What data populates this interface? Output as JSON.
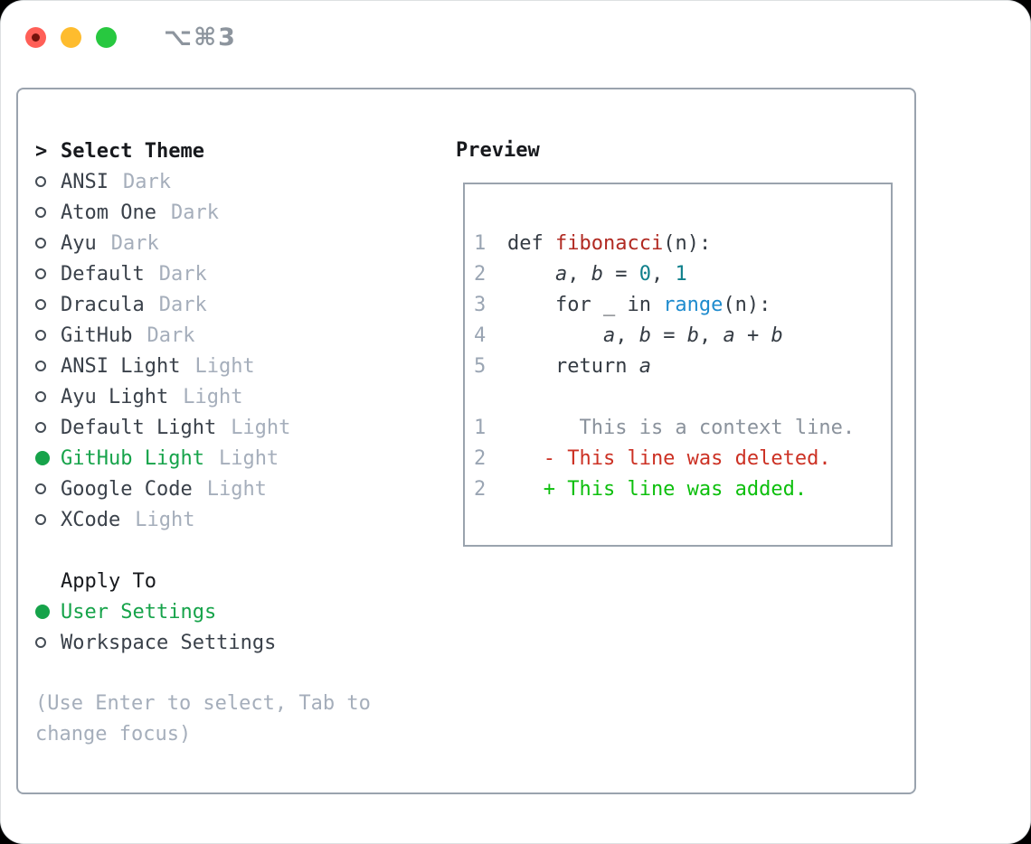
{
  "titlebar": {
    "shortcut": "⌥⌘3"
  },
  "colors": {
    "selected_green": "#16a34a",
    "added_green": "#0dbf0d",
    "deleted_red": "#cc3124",
    "function_red": "#b12a22",
    "number_teal": "#0e7f8b",
    "builtin_blue": "#1e8bce",
    "traffic_red": "#ff5f57",
    "traffic_yellow": "#febc2e",
    "traffic_green": "#28c840",
    "border_gray": "#9aa3ae",
    "muted_gray": "#a5aebb"
  },
  "theme_picker": {
    "prompt": ">",
    "header": "Select Theme",
    "items": [
      {
        "label": "ANSI",
        "variant": "Dark",
        "selected": false
      },
      {
        "label": "Atom One",
        "variant": "Dark",
        "selected": false
      },
      {
        "label": "Ayu",
        "variant": "Dark",
        "selected": false
      },
      {
        "label": "Default",
        "variant": "Dark",
        "selected": false
      },
      {
        "label": "Dracula",
        "variant": "Dark",
        "selected": false
      },
      {
        "label": "GitHub",
        "variant": "Dark",
        "selected": false
      },
      {
        "label": "ANSI Light",
        "variant": "Light",
        "selected": false
      },
      {
        "label": "Ayu Light",
        "variant": "Light",
        "selected": false
      },
      {
        "label": "Default Light",
        "variant": "Light",
        "selected": false
      },
      {
        "label": "GitHub Light",
        "variant": "Light",
        "selected": true
      },
      {
        "label": "Google Code",
        "variant": "Light",
        "selected": false
      },
      {
        "label": "XCode",
        "variant": "Light",
        "selected": false
      }
    ]
  },
  "apply_to": {
    "header": "Apply To",
    "options": [
      {
        "label": "User Settings",
        "selected": true
      },
      {
        "label": "Workspace Settings",
        "selected": false
      }
    ]
  },
  "help_text": "(Use Enter to select, Tab to change focus)",
  "preview": {
    "header": "Preview",
    "code_lines": [
      {
        "num": "1",
        "segments": [
          {
            "t": "def ",
            "s": "plain"
          },
          {
            "t": "fibonacci",
            "s": "func"
          },
          {
            "t": "(n):",
            "s": "plain"
          }
        ]
      },
      {
        "num": "2",
        "segments": [
          {
            "t": "    ",
            "s": "plain"
          },
          {
            "t": "a",
            "s": "var"
          },
          {
            "t": ", ",
            "s": "plain"
          },
          {
            "t": "b",
            "s": "var"
          },
          {
            "t": " = ",
            "s": "plain"
          },
          {
            "t": "0",
            "s": "num"
          },
          {
            "t": ", ",
            "s": "plain"
          },
          {
            "t": "1",
            "s": "num"
          }
        ]
      },
      {
        "num": "3",
        "segments": [
          {
            "t": "    for _ in ",
            "s": "plain"
          },
          {
            "t": "range",
            "s": "builtin"
          },
          {
            "t": "(n):",
            "s": "plain"
          }
        ]
      },
      {
        "num": "4",
        "segments": [
          {
            "t": "        ",
            "s": "plain"
          },
          {
            "t": "a",
            "s": "var"
          },
          {
            "t": ", ",
            "s": "plain"
          },
          {
            "t": "b",
            "s": "var"
          },
          {
            "t": " = ",
            "s": "plain"
          },
          {
            "t": "b",
            "s": "var"
          },
          {
            "t": ", ",
            "s": "plain"
          },
          {
            "t": "a",
            "s": "var"
          },
          {
            "t": " + ",
            "s": "plain"
          },
          {
            "t": "b",
            "s": "var"
          }
        ]
      },
      {
        "num": "5",
        "segments": [
          {
            "t": "    return ",
            "s": "plain"
          },
          {
            "t": "a",
            "s": "var"
          }
        ]
      }
    ],
    "diff_lines": [
      {
        "num": "1",
        "kind": "context",
        "text": "      This is a context line."
      },
      {
        "num": "2",
        "kind": "deleted",
        "text": "   - This line was deleted."
      },
      {
        "num": "2",
        "kind": "added",
        "text": "   + This line was added."
      }
    ]
  }
}
